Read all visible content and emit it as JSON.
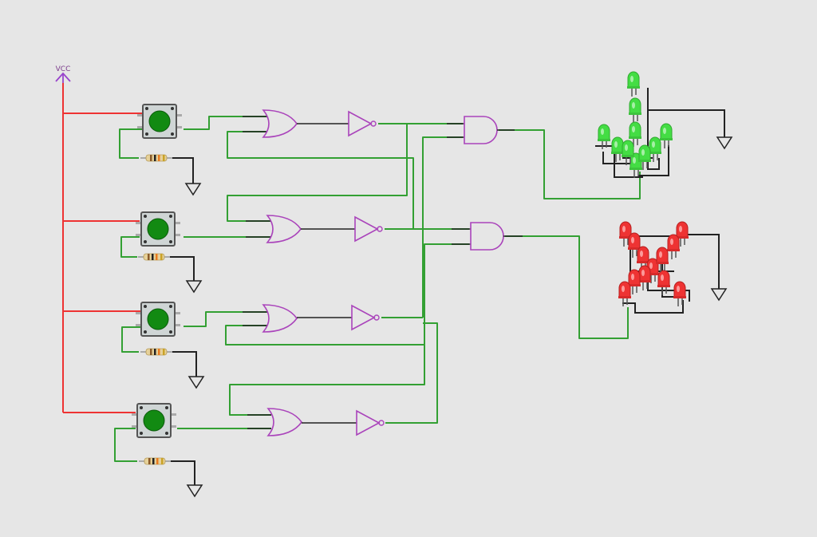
{
  "power": {
    "label": "VCC"
  },
  "colors": {
    "background": "#e6e6e6",
    "power_wire": "#ee3333",
    "signal_wire": "#33a033",
    "gnd_wire": "#222222",
    "gate": "#aa44bb",
    "button_cap": "#128a12",
    "led_green": "#44dd44",
    "led_red": "#ee3333"
  },
  "components": {
    "buttons": 4,
    "or_gates": 4,
    "not_gates": 4,
    "and_gates": 2,
    "green_leds": 10,
    "red_leds": 12
  }
}
